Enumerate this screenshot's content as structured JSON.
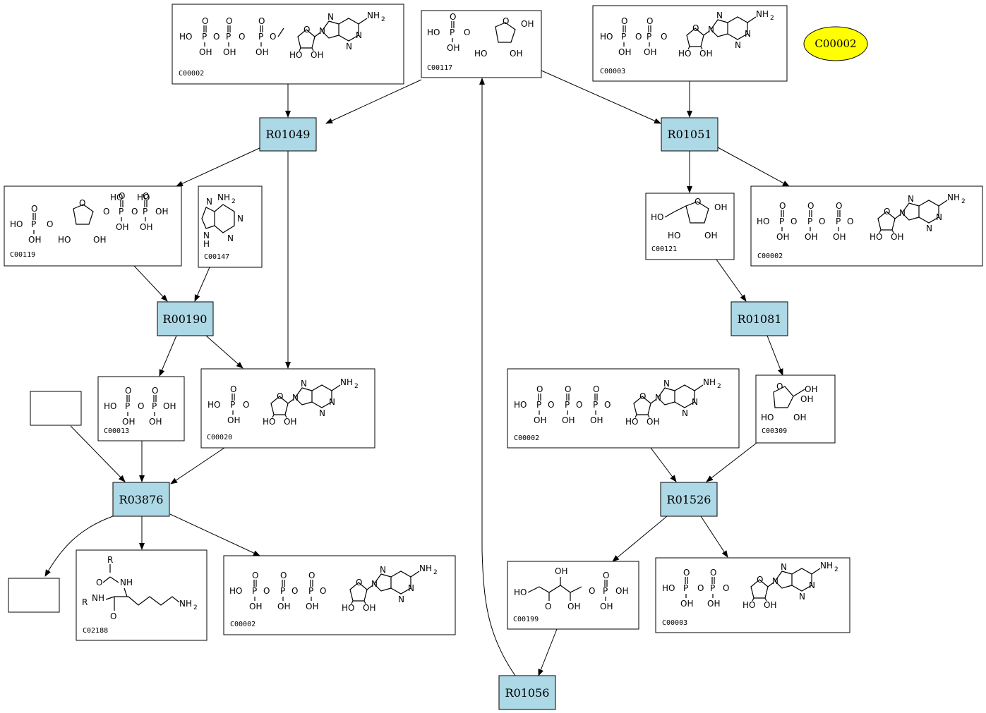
{
  "legend": {
    "label": "C00002",
    "color": "#ffff00"
  },
  "colors": {
    "reaction": "#add8e6",
    "compound": "#ffffff",
    "edge": "#000000"
  },
  "reactions": [
    {
      "id": "R01049",
      "label": "R01049"
    },
    {
      "id": "R01051",
      "label": "R01051"
    },
    {
      "id": "R00190",
      "label": "R00190"
    },
    {
      "id": "R01081",
      "label": "R01081"
    },
    {
      "id": "R03876",
      "label": "R03876"
    },
    {
      "id": "R01526",
      "label": "R01526"
    },
    {
      "id": "R01056",
      "label": "R01056"
    }
  ],
  "compounds": [
    {
      "id": "c_atp_top",
      "label": "C00002",
      "structure": "ATP"
    },
    {
      "id": "c_r5p",
      "label": "C00117",
      "structure": "ribose-5-phosphate"
    },
    {
      "id": "c_adp_top",
      "label": "C00003",
      "structure": "ADP-like"
    },
    {
      "id": "c_prpp",
      "label": "C00119",
      "structure": "PRPP"
    },
    {
      "id": "c_adenine",
      "label": "C00147",
      "structure": "adenine"
    },
    {
      "id": "c_ribose",
      "label": "C00121",
      "structure": "ribose"
    },
    {
      "id": "c_atp_r",
      "label": "C00002",
      "structure": "ATP"
    },
    {
      "id": "c_ppi",
      "label": "C00013",
      "structure": "pyrophosphate"
    },
    {
      "id": "c_amp",
      "label": "C00020",
      "structure": "AMP"
    },
    {
      "id": "c_atp_mid",
      "label": "C00002",
      "structure": "ATP"
    },
    {
      "id": "c_ribulose",
      "label": "C00309",
      "structure": "ribulose"
    },
    {
      "id": "c_lys",
      "label": "C02188",
      "structure": "lysine residue"
    },
    {
      "id": "c_atp_bot",
      "label": "C00002",
      "structure": "ATP"
    },
    {
      "id": "c_ru5p",
      "label": "C00199",
      "structure": "ribulose-5-phosphate"
    },
    {
      "id": "c_adp_bot",
      "label": "C00003",
      "structure": "ADP-like"
    },
    {
      "id": "c_empty1",
      "label": "",
      "structure": "empty"
    },
    {
      "id": "c_empty2",
      "label": "",
      "structure": "empty"
    }
  ],
  "atoms": {
    "HO": "HO",
    "OH": "OH",
    "O": "O",
    "P": "P",
    "N": "N",
    "NH2": "NH",
    "two": "2",
    "H": "H",
    "R": "R",
    "NH": "NH"
  }
}
